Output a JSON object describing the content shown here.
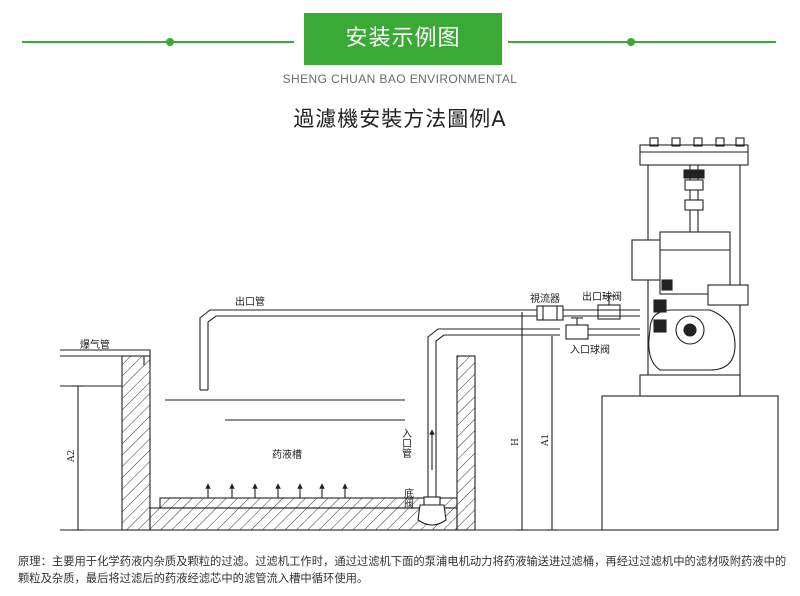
{
  "header": {
    "title": "安装示例图",
    "subtitle": "SHENG CHUAN BAO ENVIRONMENTAL",
    "accent_color": "#3aa935"
  },
  "diagram": {
    "title": "過濾機安裝方法圖例A",
    "labels": {
      "outlet_pipe": "出口管",
      "vent_pipe": "爆气管",
      "sight_glass": "視流器",
      "outlet_valve": "出口球阀",
      "inlet_valve": "入口球阀",
      "tank": "药液槽",
      "inlet_pipe": "入口管",
      "bottom_valve": "底阀",
      "dim_a2": "A2",
      "dim_h": "H",
      "dim_a1": "A1"
    }
  },
  "description": "原理：主要用于化学药液内杂质及颗粒的过滤。过滤机工作时，通过过滤机下面的泵浦电机动力将药液输送进过滤桶，再经过过滤机中的滤材吸附药液中的颗粒及杂质，最后将过滤后的药液经滤芯中的滤管流入槽中循环使用。"
}
